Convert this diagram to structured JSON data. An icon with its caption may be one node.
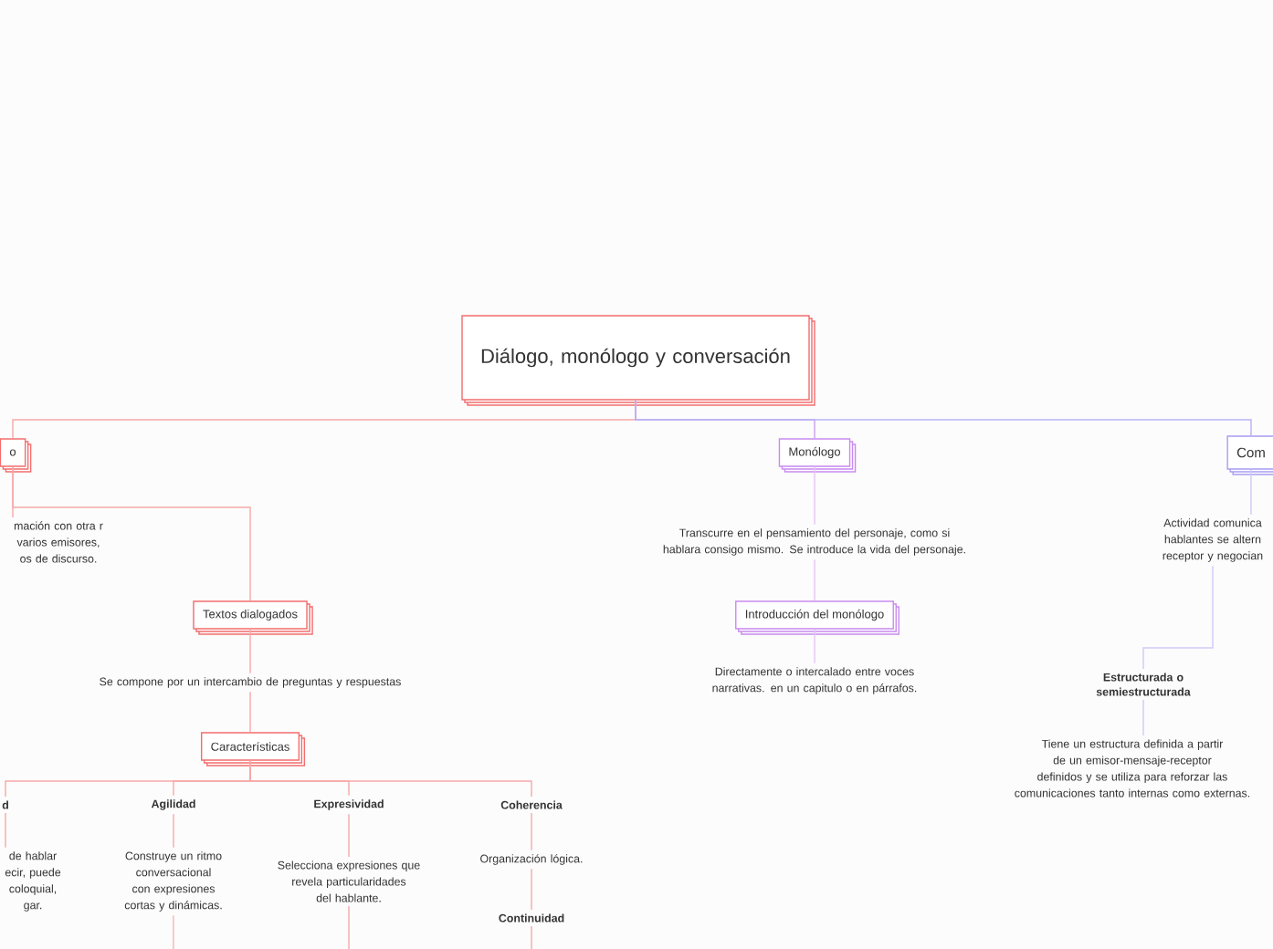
{
  "diagram": {
    "nodes": [
      {
        "text": [
          "Diálogo, monólogo y conversación"
        ]
      },
      {
        "text": [
          "o"
        ]
      },
      {
        "text": [
          "mación con otra r varios emisores, os de discurso."
        ]
      },
      {
        "text": [
          "Textos dialogados"
        ]
      },
      {
        "text": [
          "Se compone por un intercambio de preguntas y respuestas"
        ]
      },
      {
        "text": [
          "Características"
        ]
      },
      {
        "text": [
          "d"
        ]
      },
      {
        "text": [
          "de hablar ecir, puede coloquial, gar."
        ]
      },
      {
        "text": [
          "Agilidad"
        ]
      },
      {
        "text": [
          "Construye un ritmo conversacional con expresiones cortas y dinámicas."
        ]
      },
      {
        "text": [
          "Expresividad"
        ]
      },
      {
        "text": [
          "Selecciona expresiones que revela particularidades del hablante."
        ]
      },
      {
        "text": [
          "Coherencia"
        ]
      },
      {
        "text": [
          "Organización lógica."
        ]
      },
      {
        "text": [
          "Continuidad"
        ]
      },
      {
        "text": [
          "Monólogo"
        ]
      },
      {
        "text": [
          "Transcurre en el pensamiento del personaje, como si hablara consigo mismo. Se introduce la vida del personaje."
        ]
      },
      {
        "text": [
          "Introducción del monólogo"
        ]
      },
      {
        "text": [
          "Directamente o intercalado entre voces narrativas. en un capitulo o en párrafos."
        ]
      },
      {
        "text": [
          "Com"
        ]
      },
      {
        "text": [
          "Actividad comunica hablantes se altern receptor y negocian"
        ]
      },
      {
        "text": [
          "Estructurada o semiestructurada"
        ]
      },
      {
        "text": [
          "Tiene un estructura definida a partir de un emisor-mensaje-receptor definidos y se utiliza para reforzar las comunicaciones tanto internas como externas."
        ]
      }
    ],
    "edges": [
      {
        "from": 0,
        "to": 1,
        "arrow": "none"
      },
      {
        "from": 0,
        "to": 15,
        "arrow": "none",
        "color": "#c9a0ee"
      },
      {
        "from": 0,
        "to": 19,
        "arrow": "none",
        "color": "#b8b2f4"
      },
      {
        "from": 1,
        "to": 2,
        "arrow": "none"
      },
      {
        "from": 1,
        "to": 3,
        "arrow": "none"
      },
      {
        "from": 3,
        "to": 4,
        "arrow": "none"
      },
      {
        "from": 4,
        "to": 5,
        "arrow": "none"
      },
      {
        "from": 5,
        "to": 6,
        "arrow": "none"
      },
      {
        "from": 5,
        "to": 8,
        "arrow": "none"
      },
      {
        "from": 5,
        "to": 10,
        "arrow": "none"
      },
      {
        "from": 5,
        "to": 12,
        "arrow": "none"
      },
      {
        "from": 6,
        "to": 7,
        "arrow": "none"
      },
      {
        "from": 8,
        "to": 9,
        "arrow": "none"
      },
      {
        "from": 9,
        "to": null,
        "arrow": "none"
      },
      {
        "from": 10,
        "to": 11,
        "arrow": "none"
      },
      {
        "from": 11,
        "to": null,
        "arrow": "none"
      },
      {
        "from": 12,
        "to": 13,
        "arrow": "none"
      },
      {
        "from": 13,
        "to": 14,
        "arrow": "none"
      },
      {
        "from": 14,
        "to": null,
        "arrow": "none"
      },
      {
        "from": 15,
        "to": 16,
        "arrow": "none",
        "color": "#e6c4f5"
      },
      {
        "from": 16,
        "to": 17,
        "arrow": "none",
        "color": "#e6c4f5"
      },
      {
        "from": 17,
        "to": 18,
        "arrow": "none",
        "color": "#e6c4f5"
      },
      {
        "from": 19,
        "to": 20,
        "arrow": "none",
        "color": "#cfcaf8"
      },
      {
        "from": 20,
        "to": 21,
        "arrow": "none",
        "color": "#cfcaf8"
      },
      {
        "from": 21,
        "to": 22,
        "arrow": "none",
        "color": "#cfcaf8"
      }
    ]
  }
}
